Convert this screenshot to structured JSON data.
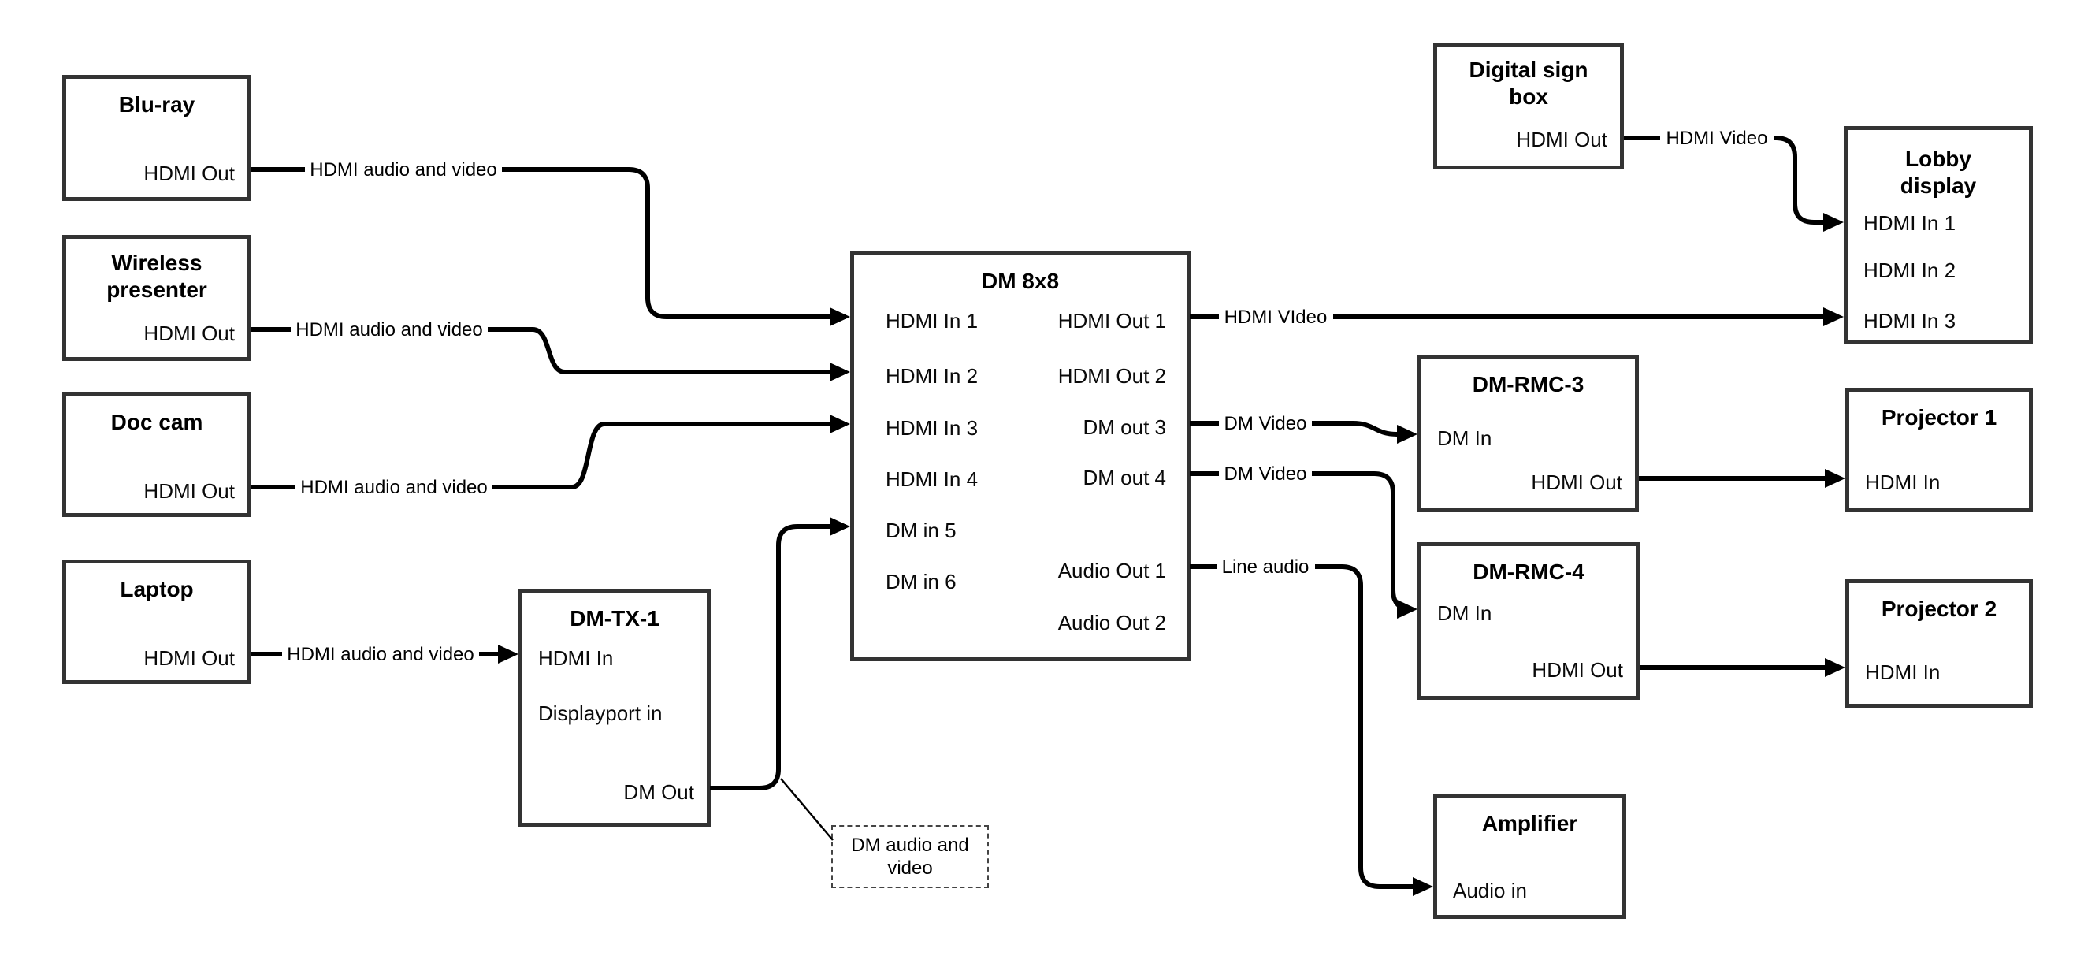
{
  "colors": {
    "wire": "#000000",
    "box_border": "#333333",
    "background": "#ffffff",
    "text": "#000000"
  },
  "nodes": {
    "bluray": {
      "title": "Blu-ray",
      "out_port": "HDMI Out"
    },
    "wireless_presenter": {
      "title": "Wireless presenter",
      "out_port": "HDMI Out"
    },
    "doc_cam": {
      "title": "Doc cam",
      "out_port": "HDMI Out"
    },
    "laptop": {
      "title": "Laptop",
      "out_port": "HDMI Out"
    },
    "dm_tx_1": {
      "title": "DM-TX-1",
      "hdmi_in": "HDMI In",
      "displayport_in": "Displayport in",
      "dm_out": "DM Out"
    },
    "dm_8x8": {
      "title": "DM 8x8",
      "inputs": [
        "HDMI In 1",
        "HDMI In 2",
        "HDMI In 3",
        "HDMI In 4",
        "DM in 5",
        "DM in 6"
      ],
      "outputs": [
        "HDMI Out 1",
        "HDMI Out 2",
        "DM out 3",
        "DM out 4",
        "Audio Out 1",
        "Audio Out 2"
      ]
    },
    "digital_sign_box": {
      "title": "Digital sign box",
      "out_port": "HDMI Out"
    },
    "lobby_display": {
      "title": "Lobby display",
      "inputs": [
        "HDMI In 1",
        "HDMI In 2",
        "HDMI In 3"
      ]
    },
    "dm_rmc_3": {
      "title": "DM-RMC-3",
      "dm_in": "DM In",
      "hdmi_out": "HDMI Out"
    },
    "projector_1": {
      "title": "Projector 1",
      "hdmi_in": "HDMI In"
    },
    "dm_rmc_4": {
      "title": "DM-RMC-4",
      "dm_in": "DM In",
      "hdmi_out": "HDMI Out"
    },
    "projector_2": {
      "title": "Projector 2",
      "hdmi_in": "HDMI In"
    },
    "amplifier": {
      "title": "Amplifier",
      "audio_in": "Audio in"
    }
  },
  "note": {
    "text": "DM audio and video"
  },
  "edge_labels": {
    "bluray_to_dm8x8": "HDMI audio and video",
    "wireless_to_dm8x8": "HDMI audio and video",
    "doccam_to_dm8x8": "HDMI audio and video",
    "laptop_to_dmtx1": "HDMI audio and video",
    "dm8x8_out1_to_lobby": "HDMI VIdeo",
    "dm8x8_out3_to_rmc3": "DM Video",
    "dm8x8_out4_to_rmc4": "DM Video",
    "dm8x8_audio1_to_amp": "Line audio",
    "digitalsign_to_lobby": "HDMI Video"
  }
}
